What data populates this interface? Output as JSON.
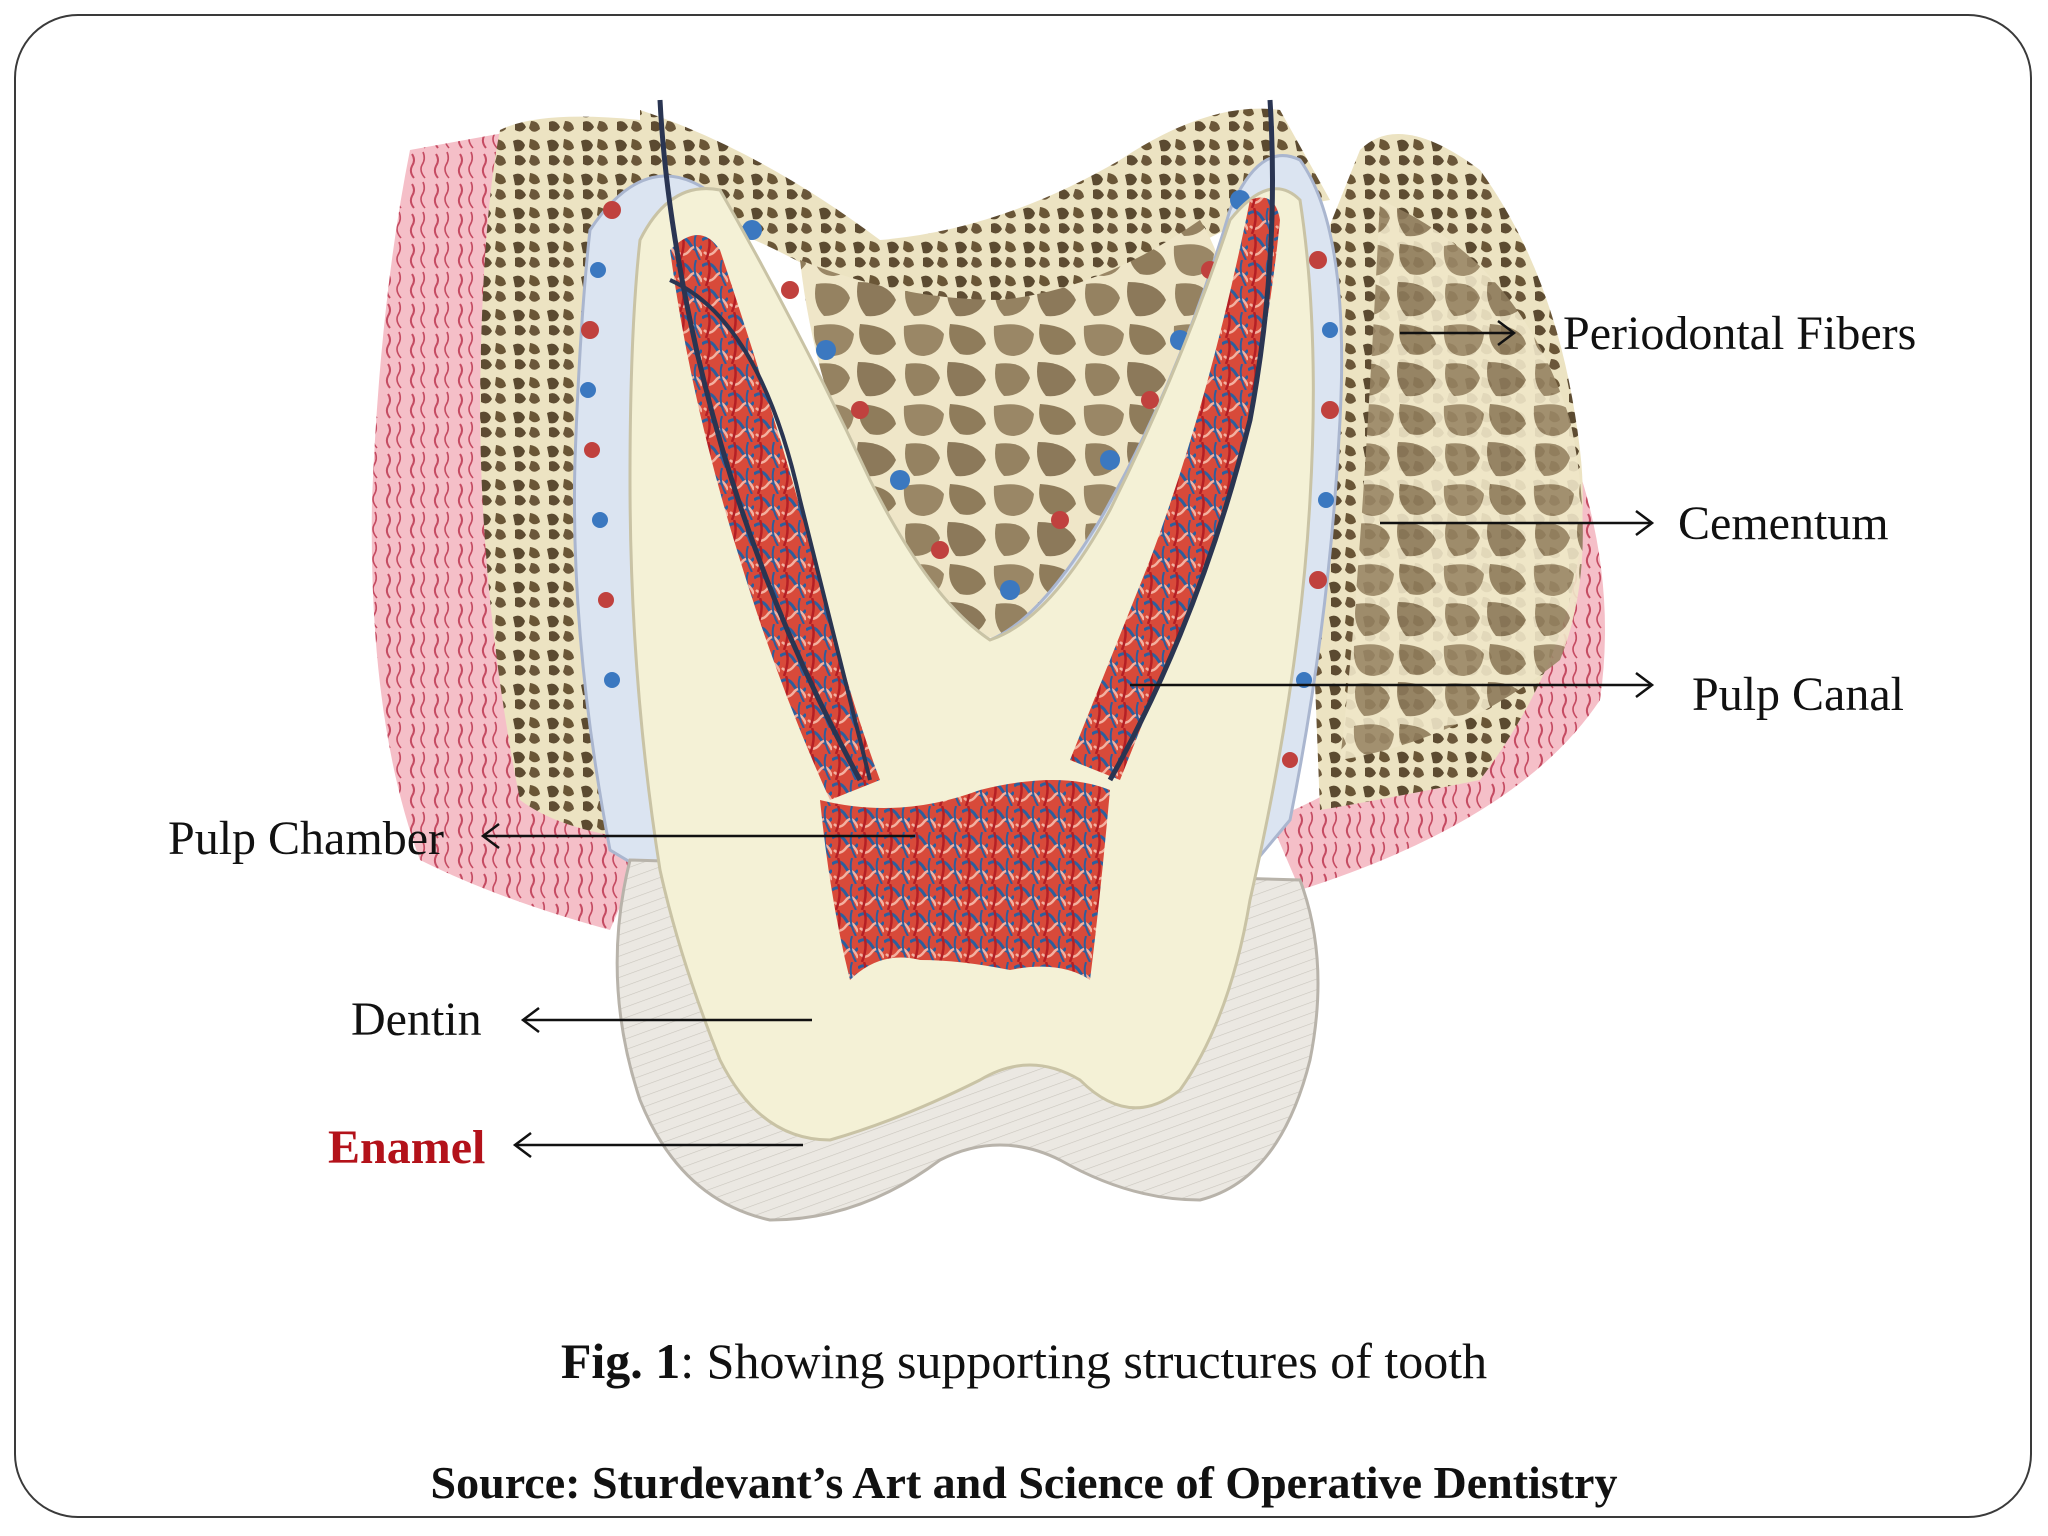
{
  "labels": {
    "periodontal_fibers": "Periodontal Fibers",
    "cementum": "Cementum",
    "pulp_canal": "Pulp Canal",
    "pulp_chamber": "Pulp Chamber",
    "dentin": "Dentin",
    "enamel": "Enamel"
  },
  "caption": {
    "fig_label": "Fig. 1",
    "text": ": Showing supporting structures of tooth"
  },
  "source": "Source: Sturdevant’s Art and Science of Operative Dentistry",
  "colors": {
    "enamel_label": "#b3121a",
    "gingiva": "#f2b5bf",
    "bone": "#8c7a5a",
    "dentin": "#f4f1d6",
    "enamel": "#e9e6e0",
    "ligament": "#dfe6f2",
    "vessel_red": "#d3252b",
    "vessel_blue": "#2c5f9e"
  }
}
